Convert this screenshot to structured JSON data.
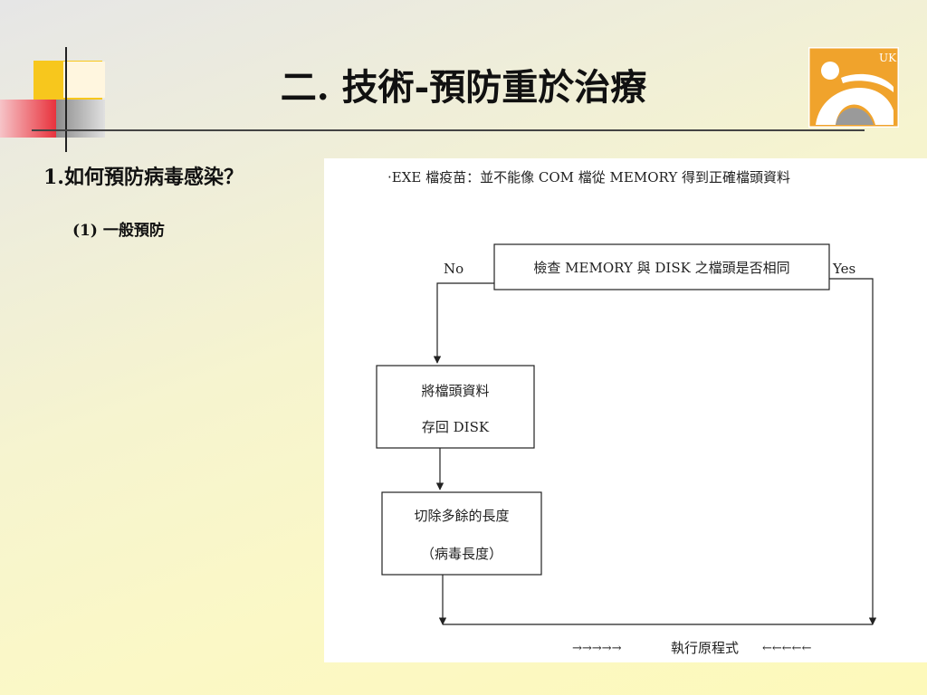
{
  "slide": {
    "title": "二. 技術-預防重於治療",
    "heading": "1.如何預防病毒感染？",
    "subheading": "(1) 一般預防"
  },
  "logo": {
    "text": "UK",
    "accent": "#f0a32c"
  },
  "diagram": {
    "note": "‧EXE 檔疫苗：並不能像 COM 檔從 MEMORY 得到正確檔頭資料",
    "decision": "檢查 MEMORY 與 DISK 之檔頭是否相同",
    "no_label": "No",
    "yes_label": "Yes",
    "step1": [
      "將檔頭資料",
      "存回 DISK"
    ],
    "step2": [
      "切除多餘的長度",
      "（病毒長度）"
    ],
    "end_left": "→→→→→",
    "end_text": "執行原程式",
    "end_right": "←←←←←"
  },
  "colors": {
    "yellow": "#f7c71d",
    "red": "#e8323c",
    "line": "#444444"
  }
}
